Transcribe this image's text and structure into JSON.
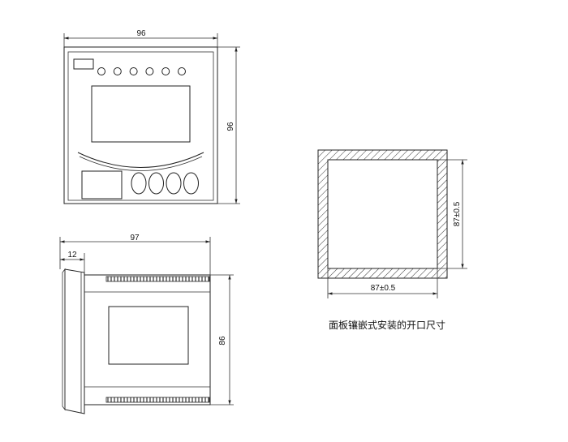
{
  "front_view": {
    "width_label": "96",
    "height_label": "96",
    "indicator_count": 6,
    "button_count": 4
  },
  "side_view": {
    "length_label": "97",
    "bezel_label": "12",
    "height_label": "86"
  },
  "cutout": {
    "height_label": "87±0.5",
    "width_label": "87±0.5",
    "caption": "面板镶嵌式安装的开口尺寸"
  }
}
